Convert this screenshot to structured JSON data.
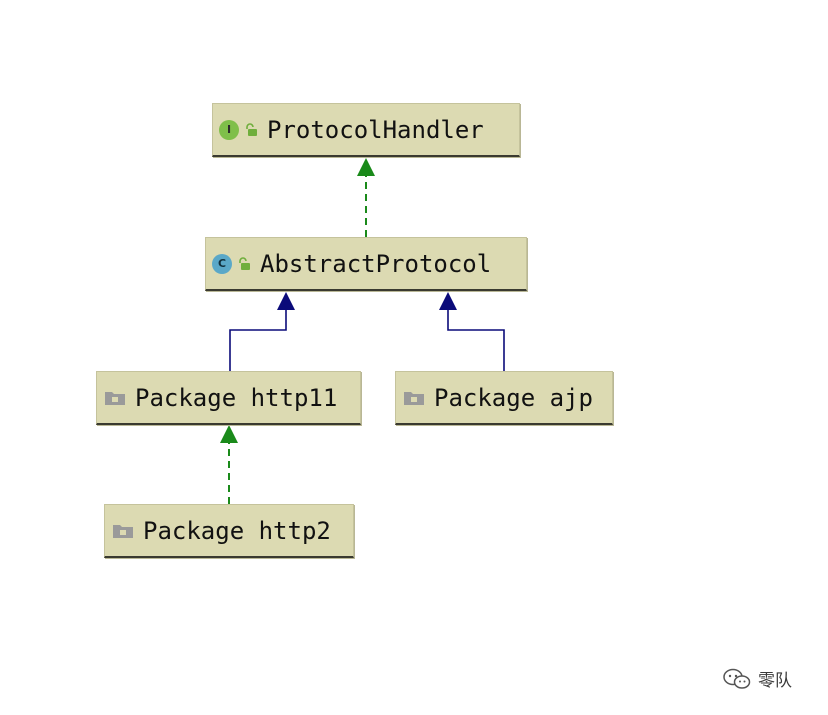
{
  "colors": {
    "node_fill": "#dcdab2",
    "implements_arrow": "#1a8a1a",
    "extends_arrow": "#0b0b7a",
    "interface_badge": "#7fbf4a",
    "class_badge": "#5aa8c8"
  },
  "nodes": [
    {
      "id": "protocolhandler",
      "kind": "interface",
      "icons": [
        "interface-badge-icon",
        "unlocked-icon"
      ],
      "badge_letter": "I",
      "label": "ProtocolHandler"
    },
    {
      "id": "abstractprotocol",
      "kind": "class",
      "icons": [
        "class-badge-icon",
        "unlocked-icon"
      ],
      "badge_letter": "C",
      "label": "AbstractProtocol"
    },
    {
      "id": "http11",
      "kind": "package",
      "icons": [
        "folder-icon"
      ],
      "label": "Package http11"
    },
    {
      "id": "ajp",
      "kind": "package",
      "icons": [
        "folder-icon"
      ],
      "label": "Package ajp"
    },
    {
      "id": "http2",
      "kind": "package",
      "icons": [
        "folder-icon"
      ],
      "label": "Package http2"
    }
  ],
  "edges": [
    {
      "from": "abstractprotocol",
      "to": "protocolhandler",
      "style": "dashed",
      "relation": "implements"
    },
    {
      "from": "http11",
      "to": "abstractprotocol",
      "style": "solid",
      "relation": "extends"
    },
    {
      "from": "ajp",
      "to": "abstractprotocol",
      "style": "solid",
      "relation": "extends"
    },
    {
      "from": "http2",
      "to": "http11",
      "style": "dashed",
      "relation": "implements"
    }
  ],
  "watermark": {
    "icon": "wechat-icon",
    "text": "零队"
  }
}
